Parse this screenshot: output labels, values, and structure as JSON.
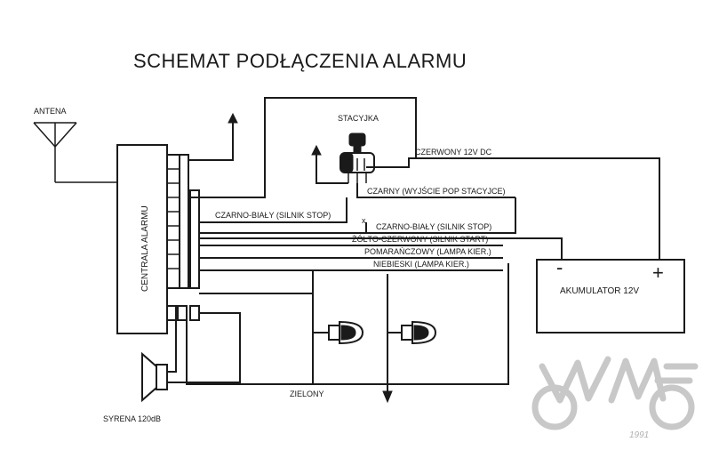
{
  "title": "SCHEMAT PODŁĄCZENIA ALARMU",
  "labels": {
    "antenna": "ANTENA",
    "ignition": "STACYJKA",
    "red_12v": "CZERWONY 12V DC",
    "black_ignition": "CZARNY (WYJŚCIE POP STACYJCE)",
    "black_white_1": "CZARNO-BIAŁY (SILNIK STOP)",
    "black_white_2": "CZARNO-BIAŁY (SILNIK STOP)",
    "yellow_red": "ŻÓŁTO-CZERWONY (SILNIK START)",
    "orange": "POMARAŃCZOWY (LAMPA KIER.)",
    "blue": "NIEBIESKI (LAMPA KIER.)",
    "central": "CENTRALA ALARMU",
    "battery": "AKUMULATOR 12V",
    "battery_minus": "-",
    "battery_plus": "+",
    "green": "ZIELONY",
    "siren": "SYRENA 120dB",
    "cross": "x"
  },
  "logo": {
    "year": "1991"
  },
  "colors": {
    "ink": "#1a1a1a",
    "logo": "#c8c8c8"
  }
}
